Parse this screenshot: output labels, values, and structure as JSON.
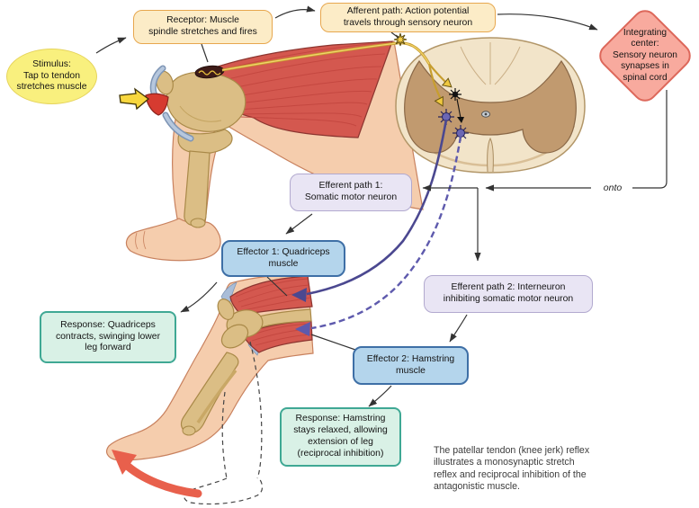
{
  "diagram": {
    "title_implicit": "Patellar tendon (knee jerk) reflex pathway",
    "caption": "The patellar tendon (knee jerk) reflex\nillustrates a monosynaptic stretch\nreflex and reciprocal inhibition of the\nantagonistic muscle.",
    "connector_label": "onto",
    "nodes": {
      "stimulus": {
        "label": "Stimulus:\nTap to tendon\nstretches muscle",
        "fill": "#f9f07e",
        "border": "#e6d45c"
      },
      "receptor": {
        "label": "Receptor: Muscle\nspindle stretches and fires",
        "fill": "#fcecc7",
        "border": "#e7a74e"
      },
      "afferent_path": {
        "label": "Afferent path: Action potential\ntravels through sensory neuron",
        "fill": "#fcecc7",
        "border": "#e7a74e"
      },
      "integrating_center": {
        "label": "Integrating\ncenter:\nSensory neuron\nsynapses in\nspinal cord",
        "fill": "#f8aa9e",
        "border": "#dd685b"
      },
      "efferent_path_1": {
        "label": "Efferent path 1:\nSomatic motor neuron",
        "fill": "#e9e5f4",
        "border": "#b2a9cf"
      },
      "effector_1": {
        "label": "Effector 1: Quadriceps\nmuscle",
        "fill": "#b4d5ec",
        "border": "#3e6fa6"
      },
      "response_1": {
        "label": "Response: Quadriceps\ncontracts, swinging lower\nleg forward",
        "fill": "#d9f1e6",
        "border": "#3fa894"
      },
      "efferent_path_2": {
        "label": "Efferent path 2: Interneuron\ninhibiting somatic motor neuron",
        "fill": "#e9e5f4",
        "border": "#b2a9cf"
      },
      "effector_2": {
        "label": "Effector 2: Hamstring\nmuscle",
        "fill": "#b4d5ec",
        "border": "#3e6fa6"
      },
      "response_2": {
        "label": "Response: Hamstring\nstays relaxed, allowing\nextension of leg\n(reciprocal inhibition)",
        "fill": "#d9f1e6",
        "border": "#3fa894"
      }
    },
    "icons": {
      "tap_arrow": "yellow-block-arrow-right",
      "kick_arrow": "red-curved-arrow-up-left",
      "action_potential": "yellow-starburst",
      "muscle_spindle": "dark-coil-oval"
    },
    "colors": {
      "background": "#ffffff",
      "flow_arrow": "#333333",
      "sensory_line_outer": "#c79e2f",
      "sensory_line_inner": "#f2d36b",
      "solid_motor_line": "#4b4890",
      "dashed_motor_line": "#5e5aad",
      "kick_arrow": "#e8604c",
      "tap_arrow_fill": "#f8d73e",
      "muscle_red": "#d4584f",
      "bone_tan": "#dbbe85",
      "skin": "#f5cdad",
      "gray_matter": "#c19a6f",
      "cord_outer": "#f2e4c9"
    }
  }
}
